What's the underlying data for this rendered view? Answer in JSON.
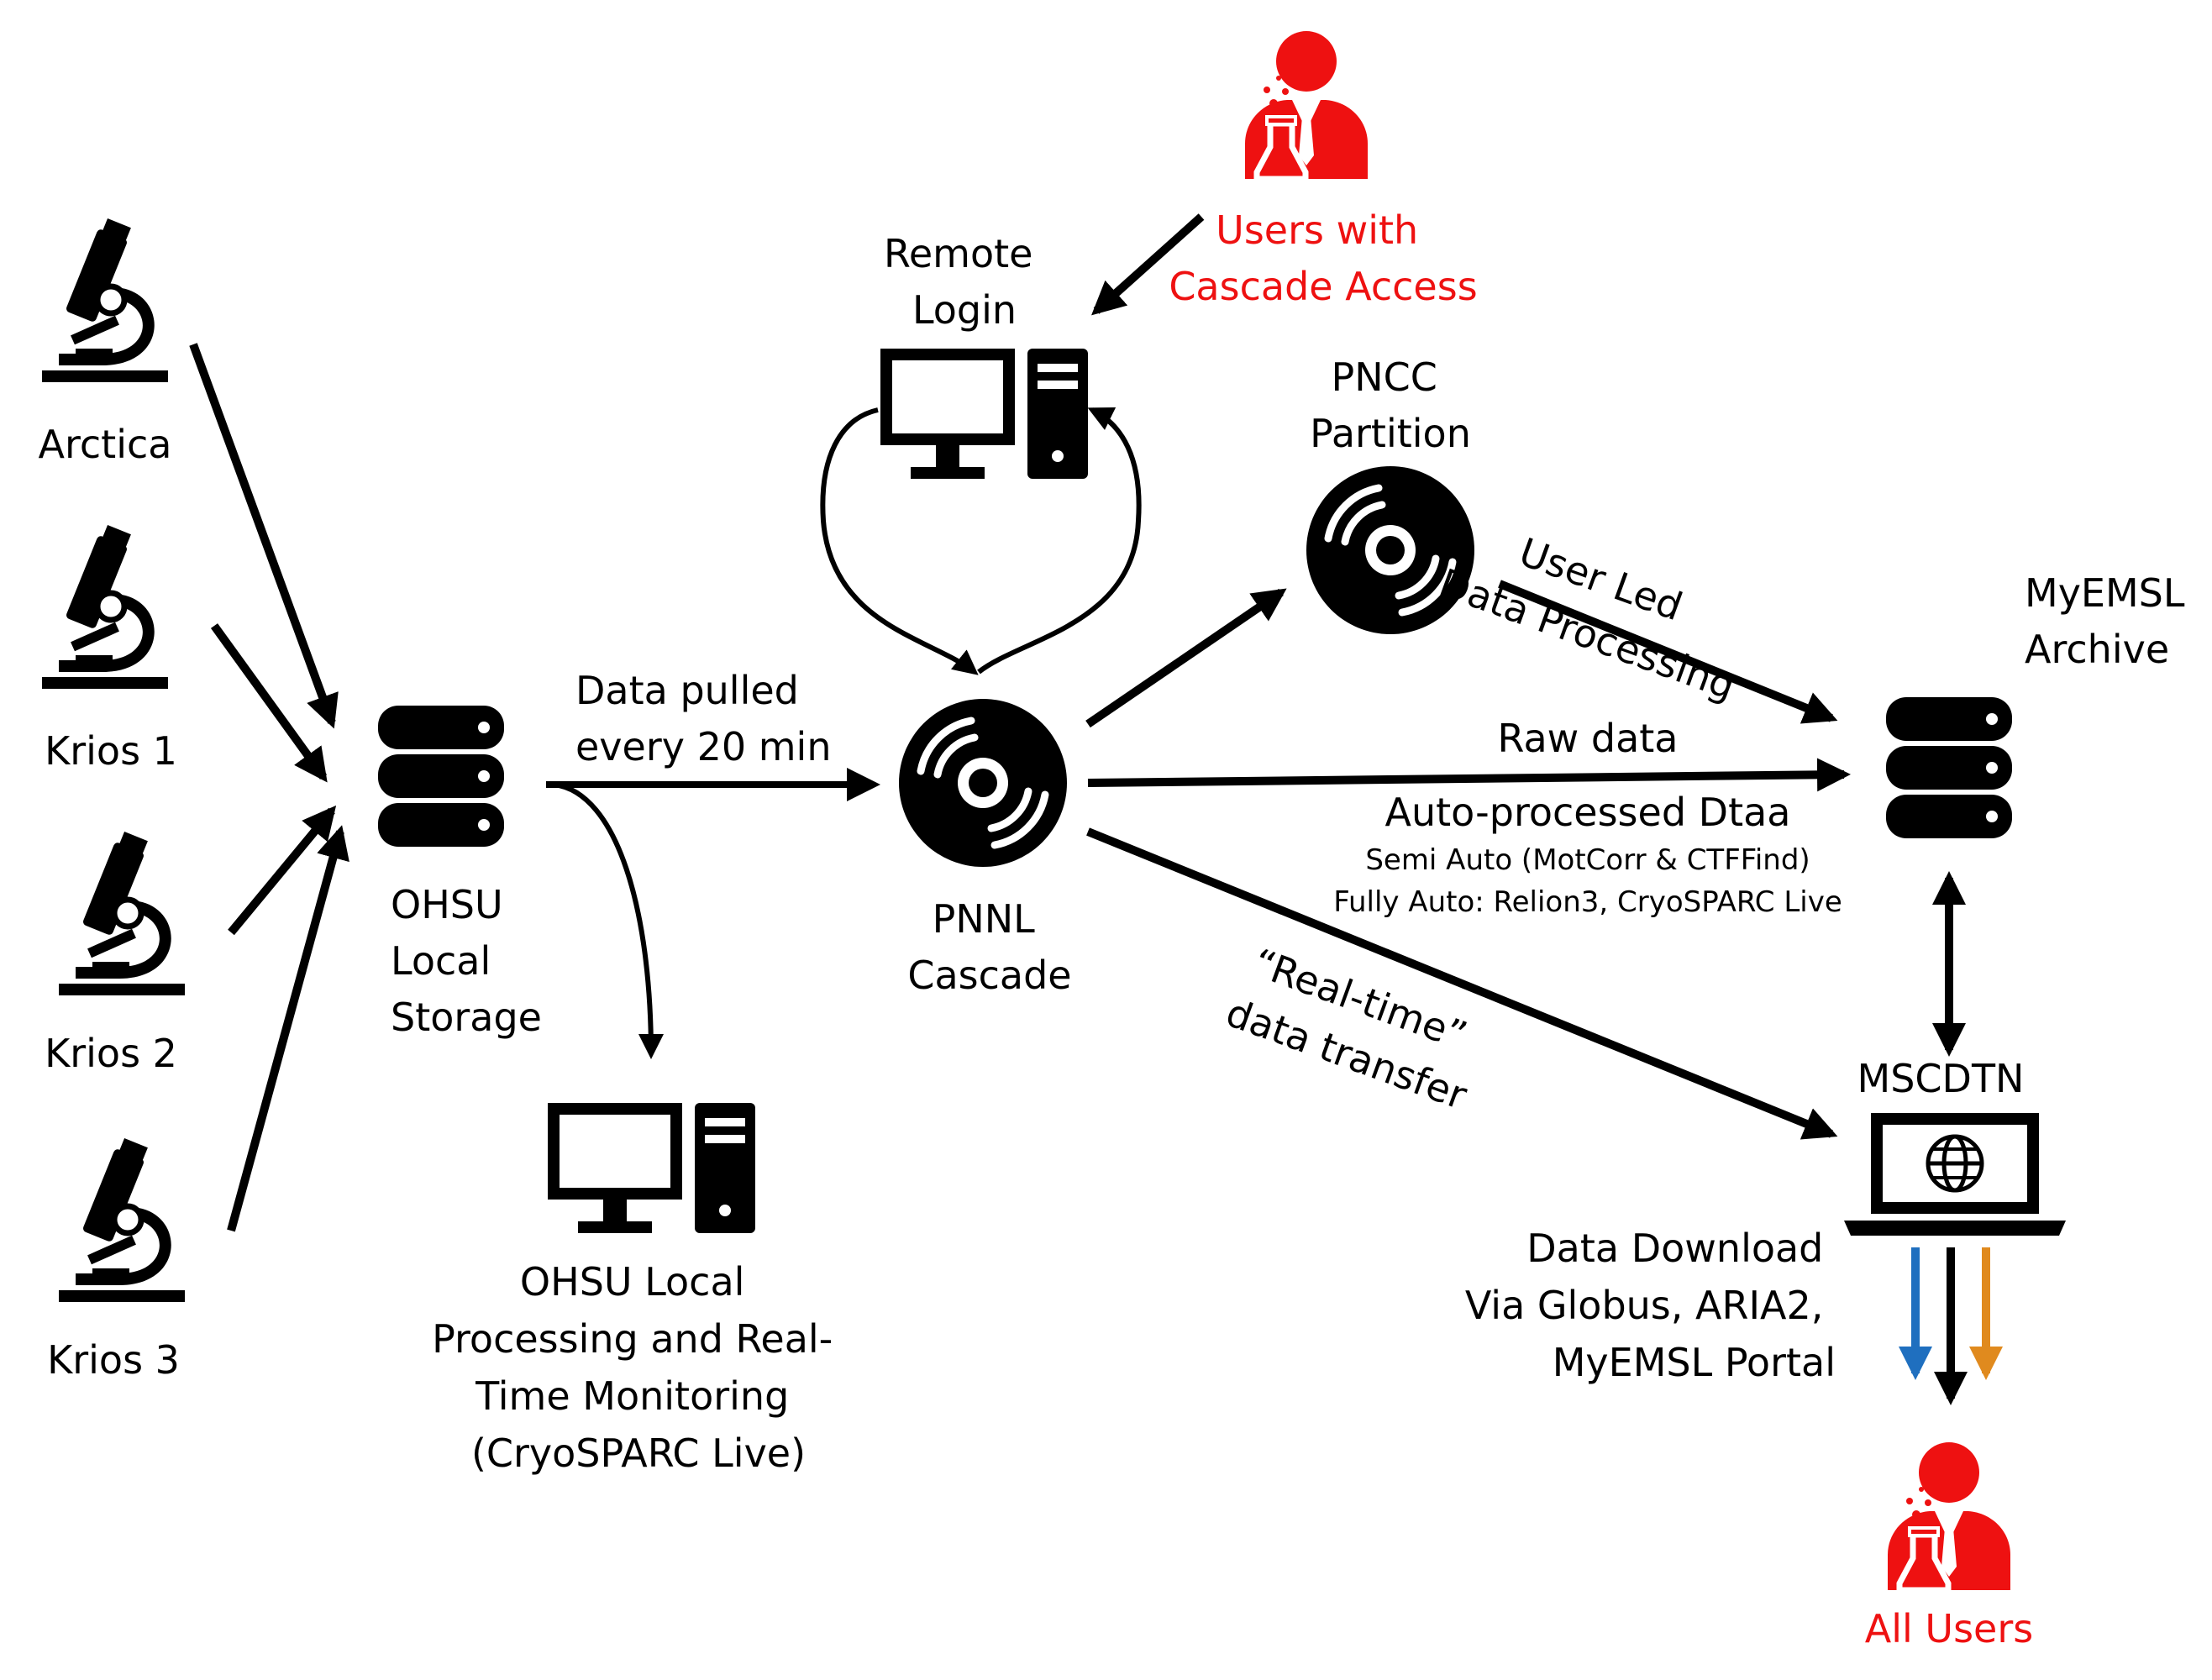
{
  "colors": {
    "ink": "#000000",
    "accent_red": "#ee1111",
    "arrow_blue": "#1f6fbf",
    "arrow_orange": "#e08a1e"
  },
  "microscopes": [
    {
      "label": "Arctica",
      "icon": "microscope-icon"
    },
    {
      "label": "Krios 1",
      "icon": "microscope-icon"
    },
    {
      "label": "Krios 2",
      "icon": "microscope-icon"
    },
    {
      "label": "Krios 3",
      "icon": "microscope-icon"
    }
  ],
  "ohsu_storage": {
    "lines": [
      "OHSU",
      "Local",
      "Storage"
    ],
    "icon": "database-icon"
  },
  "ohsu_processing": {
    "lines": [
      "OHSU Local",
      "Processing and Real-",
      "Time Monitoring",
      "(CryoSPARC Live)"
    ],
    "icon": "desktop-computer-icon"
  },
  "pull_label": {
    "lines": [
      "Data pulled",
      "every 20 min"
    ]
  },
  "cascade": {
    "lines": [
      "PNNL",
      "Cascade"
    ],
    "icon": "disk-icon"
  },
  "remote_login": {
    "lines": [
      "Remote",
      "Login"
    ],
    "icon": "desktop-computer-icon"
  },
  "cascade_users": {
    "lines": [
      "Users with",
      "Cascade Access"
    ],
    "icon": "scientist-icon"
  },
  "pncc": {
    "lines": [
      "PNCC",
      "Partition"
    ],
    "icon": "disk-icon"
  },
  "user_led": {
    "lines": [
      "User Led",
      "Data Processing"
    ]
  },
  "raw_data": {
    "text": "Raw data"
  },
  "auto_processed": {
    "title": "Auto-processed Dtaa",
    "semi": "Semi Auto (MotCorr & CTFFind)",
    "fully": "Fully Auto: Relion3, CryoSPARC Live"
  },
  "realtime": {
    "lines": [
      "“Real-time”",
      "data transfer"
    ]
  },
  "archive": {
    "lines": [
      "MyEMSL",
      "Archive"
    ],
    "icon": "database-icon"
  },
  "mscdtn": {
    "label": "MSCDTN",
    "icon": "laptop-globe-icon"
  },
  "download": {
    "lines": [
      "Data Download",
      "Via Globus, ARIA2,",
      "MyEMSL Portal"
    ]
  },
  "all_users": {
    "label": "All Users",
    "icon": "scientist-icon"
  }
}
